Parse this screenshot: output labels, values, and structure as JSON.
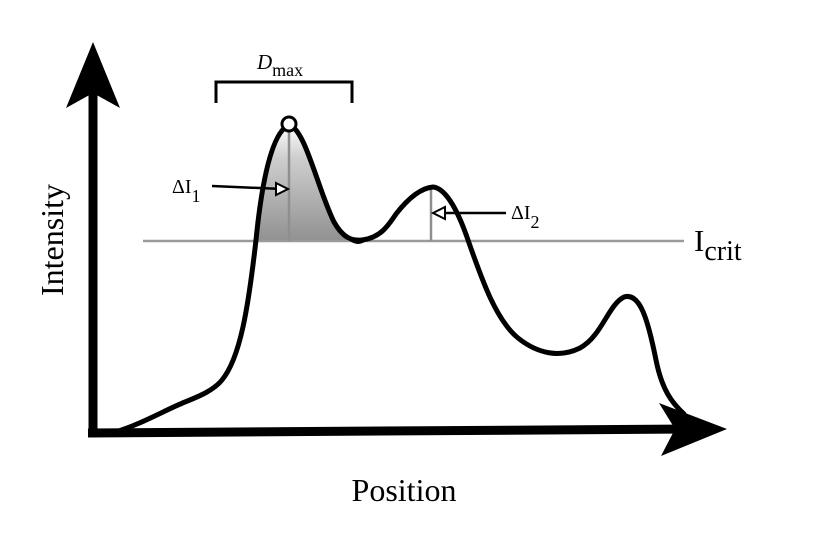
{
  "axes": {
    "x_label": "Position",
    "y_label": "Intensity"
  },
  "annotations": {
    "dmax": {
      "symbol": "D",
      "subscript": "max"
    },
    "delta_i1": {
      "symbol": "ΔI",
      "subscript": "1"
    },
    "delta_i2": {
      "symbol": "ΔI",
      "subscript": "2"
    },
    "icrit": {
      "symbol": "I",
      "subscript": "crit"
    }
  },
  "colors": {
    "curve": "#000000",
    "threshold_line": "#9a9a9a",
    "shade_top": "#3a3a3a",
    "shade_bottom": "#ffffff"
  }
}
